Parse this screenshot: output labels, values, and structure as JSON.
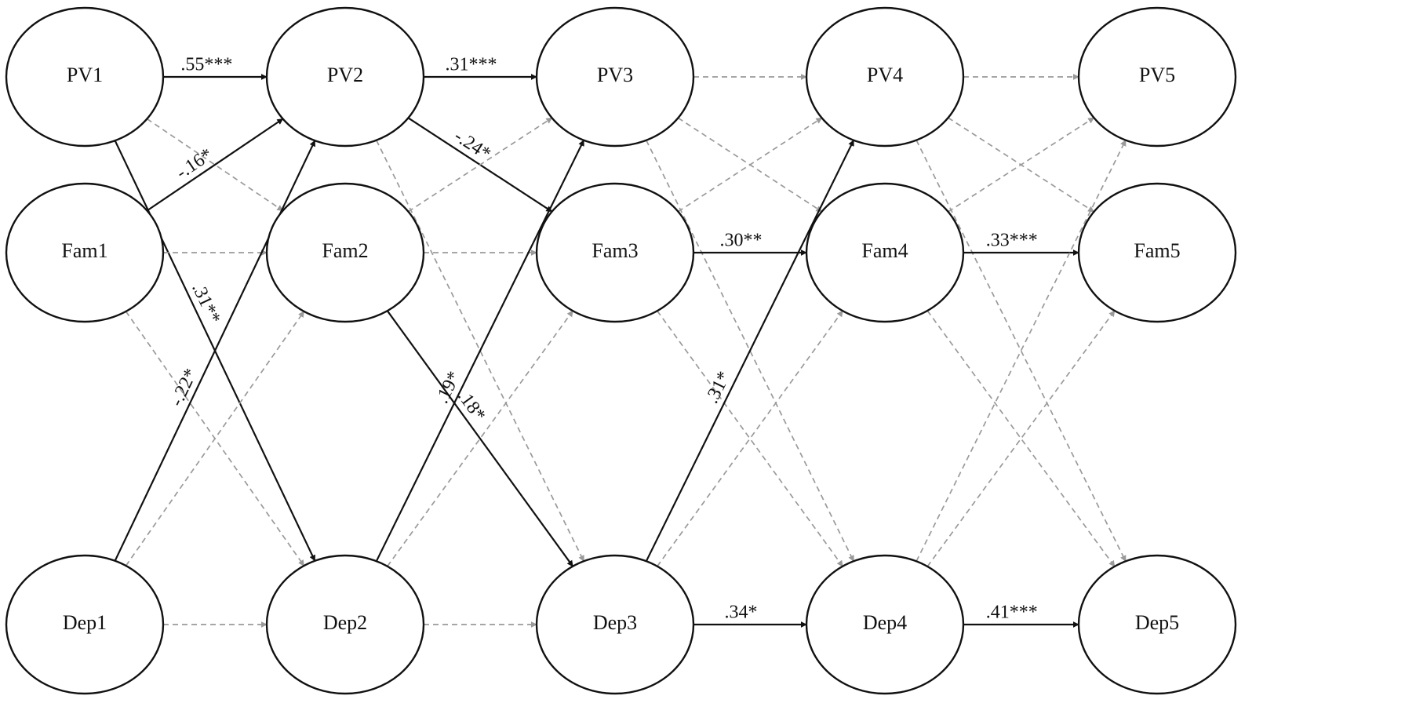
{
  "nodes": [
    {
      "id": "PV1",
      "label": "PV1",
      "wave": 1,
      "construct": "PV"
    },
    {
      "id": "Fam1",
      "label": "Fam1",
      "wave": 1,
      "construct": "Fam"
    },
    {
      "id": "Dep1",
      "label": "Dep1",
      "wave": 1,
      "construct": "Dep"
    },
    {
      "id": "PV2",
      "label": "PV2",
      "wave": 2,
      "construct": "PV"
    },
    {
      "id": "Fam2",
      "label": "Fam2",
      "wave": 2,
      "construct": "Fam"
    },
    {
      "id": "Dep2",
      "label": "Dep2",
      "wave": 2,
      "construct": "Dep"
    },
    {
      "id": "PV3",
      "label": "PV3",
      "wave": 3,
      "construct": "PV"
    },
    {
      "id": "Fam3",
      "label": "Fam3",
      "wave": 3,
      "construct": "Fam"
    },
    {
      "id": "Dep3",
      "label": "Dep3",
      "wave": 3,
      "construct": "Dep"
    },
    {
      "id": "PV4",
      "label": "PV4",
      "wave": 4,
      "construct": "PV"
    },
    {
      "id": "Fam4",
      "label": "Fam4",
      "wave": 4,
      "construct": "Fam"
    },
    {
      "id": "Dep4",
      "label": "Dep4",
      "wave": 4,
      "construct": "Dep"
    },
    {
      "id": "PV5",
      "label": "PV5",
      "wave": 5,
      "construct": "PV"
    },
    {
      "id": "Fam5",
      "label": "Fam5",
      "wave": 5,
      "construct": "Fam"
    },
    {
      "id": "Dep5",
      "label": "Dep5",
      "wave": 5,
      "construct": "Dep"
    }
  ],
  "edges": [
    {
      "from": "PV1",
      "to": "PV2",
      "label": ".55***",
      "significant": true
    },
    {
      "from": "PV1",
      "to": "Fam2",
      "label": "",
      "significant": false
    },
    {
      "from": "PV1",
      "to": "Dep2",
      "label": ".31**",
      "significant": true
    },
    {
      "from": "Fam1",
      "to": "PV2",
      "label": "-.16*",
      "significant": true
    },
    {
      "from": "Fam1",
      "to": "Fam2",
      "label": "",
      "significant": false
    },
    {
      "from": "Fam1",
      "to": "Dep2",
      "label": "",
      "significant": false
    },
    {
      "from": "Dep1",
      "to": "PV2",
      "label": "-.22*",
      "significant": true
    },
    {
      "from": "Dep1",
      "to": "Fam2",
      "label": "",
      "significant": false
    },
    {
      "from": "Dep1",
      "to": "Dep2",
      "label": "",
      "significant": false
    },
    {
      "from": "PV2",
      "to": "PV3",
      "label": ".31***",
      "significant": true
    },
    {
      "from": "PV2",
      "to": "Fam3",
      "label": "-.24*",
      "significant": true
    },
    {
      "from": "PV2",
      "to": "Dep3",
      "label": "",
      "significant": false
    },
    {
      "from": "Fam2",
      "to": "PV3",
      "label": "",
      "significant": false
    },
    {
      "from": "Fam2",
      "to": "Fam3",
      "label": "",
      "significant": false
    },
    {
      "from": "Fam2",
      "to": "Dep3",
      "label": ".18*",
      "significant": true
    },
    {
      "from": "Dep2",
      "to": "PV3",
      "label": ".19*",
      "significant": true
    },
    {
      "from": "Dep2",
      "to": "Fam3",
      "label": "",
      "significant": false
    },
    {
      "from": "Dep2",
      "to": "Dep3",
      "label": "",
      "significant": false
    },
    {
      "from": "PV3",
      "to": "PV4",
      "label": "",
      "significant": false
    },
    {
      "from": "PV3",
      "to": "Fam4",
      "label": "",
      "significant": false
    },
    {
      "from": "PV3",
      "to": "Dep4",
      "label": "",
      "significant": false
    },
    {
      "from": "Fam3",
      "to": "PV4",
      "label": "",
      "significant": false
    },
    {
      "from": "Fam3",
      "to": "Fam4",
      "label": ".30**",
      "significant": true
    },
    {
      "from": "Fam3",
      "to": "Dep4",
      "label": "",
      "significant": false
    },
    {
      "from": "Dep3",
      "to": "PV4",
      "label": ".31*",
      "significant": true
    },
    {
      "from": "Dep3",
      "to": "Fam4",
      "label": "",
      "significant": false
    },
    {
      "from": "Dep3",
      "to": "Dep4",
      "label": ".34*",
      "significant": true
    },
    {
      "from": "PV4",
      "to": "PV5",
      "label": "",
      "significant": false
    },
    {
      "from": "PV4",
      "to": "Fam5",
      "label": "",
      "significant": false
    },
    {
      "from": "PV4",
      "to": "Dep5",
      "label": "",
      "significant": false
    },
    {
      "from": "Fam4",
      "to": "PV5",
      "label": "",
      "significant": false
    },
    {
      "from": "Fam4",
      "to": "Fam5",
      "label": ".33***",
      "significant": true
    },
    {
      "from": "Fam4",
      "to": "Dep5",
      "label": "",
      "significant": false
    },
    {
      "from": "Dep4",
      "to": "PV5",
      "label": "",
      "significant": false
    },
    {
      "from": "Dep4",
      "to": "Fam5",
      "label": "",
      "significant": false
    },
    {
      "from": "Dep4",
      "to": "Dep5",
      "label": ".41***",
      "significant": true
    }
  ],
  "colors": {
    "significant_path": "#111111",
    "nonsignificant_path": "#9a9a9a",
    "node_stroke": "#111111",
    "node_fill": "#ffffff"
  }
}
